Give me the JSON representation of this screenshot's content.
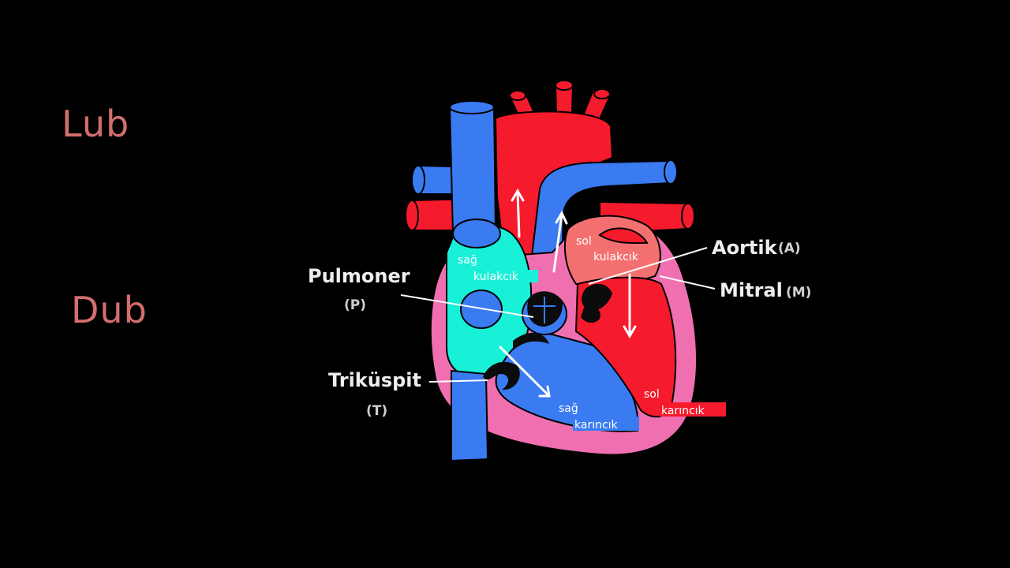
{
  "sounds": {
    "first": "Lub",
    "second": "Dub"
  },
  "valves": {
    "pulmonary": {
      "name": "Pulmoner",
      "abbr": "(P)"
    },
    "tricuspid": {
      "name": "Triküspit",
      "abbr": "(T)"
    },
    "aortic": {
      "name": "Aortik",
      "abbr": "(A)"
    },
    "mitral": {
      "name": "Mitral",
      "abbr": "(M)"
    }
  },
  "chambers": {
    "right_atrium": {
      "line1": "sağ",
      "line2": "kulakcık"
    },
    "left_atrium": {
      "line1": "sol",
      "line2": "kulakcık"
    },
    "right_ventricle": {
      "line1": "sağ",
      "line2": "karıncık"
    },
    "left_ventricle": {
      "line1": "sol",
      "line2": "karıncık"
    }
  },
  "colors": {
    "background": "#000000",
    "sound_label": "#d36e6e",
    "deoxygenated_blue": "#3a7bf2",
    "oxygenated_red": "#f51a2c",
    "right_atrium_cyan": "#19f0d8",
    "left_atrium_salmon": "#f47070",
    "myocardium_pink": "#ef6fb0",
    "valve_black": "#0b0b0b"
  }
}
